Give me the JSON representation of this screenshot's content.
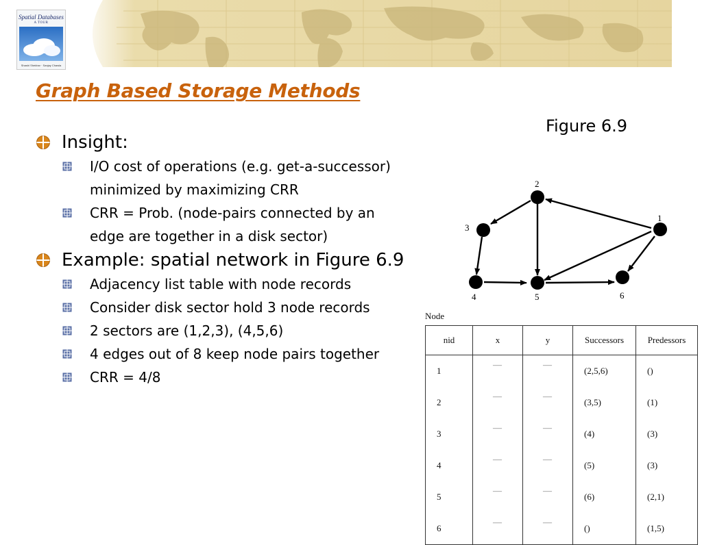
{
  "slide": {
    "title": "Graph Based Storage Methods",
    "figure_label": "Figure 6.9"
  },
  "book": {
    "title": "Spatial Databases",
    "subtitle": "A TOUR",
    "authors": "Shashi Shekhar · Sanjay Chawla"
  },
  "bullets": {
    "insight": {
      "label": "Insight:",
      "sub": [
        {
          "line1": "I/O cost of operations (e.g. get-a-successor)",
          "line2": "minimized by maximizing CRR"
        },
        {
          "line1": "CRR = Prob. (node-pairs connected by an",
          "line2": "edge are together in a disk sector)"
        }
      ]
    },
    "example": {
      "label": "Example: spatial network in Figure 6.9",
      "sub": [
        "Adjacency list table with node records",
        "Consider disk sector hold 3 node records",
        "2 sectors are (1,2,3), (4,5,6)",
        "4 edges out of 8 keep node pairs together",
        "CRR = 4/8"
      ]
    }
  },
  "graph": {
    "node_labels": [
      "1",
      "2",
      "3",
      "4",
      "5",
      "6"
    ],
    "node_color": "#000000"
  },
  "table": {
    "caption": "Node",
    "headers": [
      "nid",
      "x",
      "y",
      "Successors",
      "Predessors"
    ],
    "rows": [
      [
        "1",
        "—",
        "—",
        "(2,5,6)",
        "()"
      ],
      [
        "2",
        "—",
        "—",
        "(3,5)",
        "(1)"
      ],
      [
        "3",
        "—",
        "—",
        "(4)",
        "(3)"
      ],
      [
        "4",
        "—",
        "—",
        "(5)",
        "(3)"
      ],
      [
        "5",
        "—",
        "—",
        "(6)",
        "(2,1)"
      ],
      [
        "6",
        "—",
        "—",
        "()",
        "(1,5)"
      ]
    ]
  },
  "colors": {
    "title": "#c8620c",
    "bullet_icon": "#d9861c",
    "sub_bullet_icon": "#5a6fa6",
    "banner": "#e8d9a8"
  }
}
